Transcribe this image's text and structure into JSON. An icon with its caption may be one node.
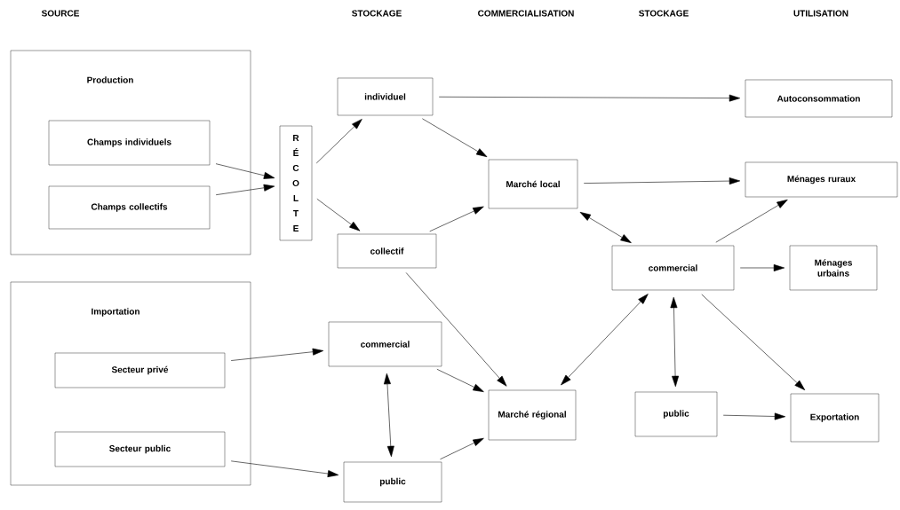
{
  "diagram": {
    "nodes": [
      {
        "text": [
          "Production"
        ]
      },
      {
        "text": [
          "Champs individuels"
        ],
        "in": 0
      },
      {
        "text": [
          "Champs collectifs"
        ],
        "in": 0
      },
      {
        "text": [
          "Importation"
        ]
      },
      {
        "text": [
          "Secteur privé"
        ],
        "in": 3
      },
      {
        "text": [
          "Secteur public"
        ],
        "in": 3
      },
      {
        "text": [
          "RÉCOLTE"
        ]
      },
      {
        "text": [
          "individuel"
        ]
      },
      {
        "text": [
          "collectif"
        ]
      },
      {
        "text": [
          "commercial"
        ]
      },
      {
        "text": [
          "public"
        ]
      },
      {
        "text": [
          "Marché local"
        ]
      },
      {
        "text": [
          "Marché régional"
        ]
      },
      {
        "text": [
          "commercial"
        ]
      },
      {
        "text": [
          "public"
        ]
      },
      {
        "text": [
          "Autoconsommation"
        ]
      },
      {
        "text": [
          "Ménages ruraux"
        ]
      },
      {
        "text": [
          "Ménages urbains"
        ]
      },
      {
        "text": [
          "Exportation"
        ]
      }
    ],
    "edges": [
      {
        "from": 1,
        "to": 6,
        "arrow": "to"
      },
      {
        "from": 2,
        "to": 6,
        "arrow": "to"
      },
      {
        "from": 6,
        "to": 7,
        "arrow": "to"
      },
      {
        "from": 6,
        "to": 8,
        "arrow": "to"
      },
      {
        "from": 7,
        "to": 15,
        "arrow": "to"
      },
      {
        "from": 7,
        "to": 11,
        "arrow": "to"
      },
      {
        "from": 8,
        "to": 11,
        "arrow": "to"
      },
      {
        "from": 8,
        "to": 12,
        "arrow": "to"
      },
      {
        "from": 4,
        "to": 9,
        "arrow": "to"
      },
      {
        "from": 5,
        "to": 10,
        "arrow": "to"
      },
      {
        "from": 9,
        "to": 10,
        "arrow": "both"
      },
      {
        "from": 9,
        "to": 12,
        "arrow": "to"
      },
      {
        "from": 10,
        "to": 12,
        "arrow": "to"
      },
      {
        "from": 11,
        "to": 16,
        "arrow": "to"
      },
      {
        "from": 11,
        "to": 13,
        "arrow": "both"
      },
      {
        "from": 13,
        "to": 16,
        "arrow": "to"
      },
      {
        "from": 13,
        "to": 17,
        "arrow": "to"
      },
      {
        "from": 12,
        "to": 13,
        "arrow": "both"
      },
      {
        "from": 13,
        "to": 14,
        "arrow": "both"
      },
      {
        "from": 13,
        "to": 18,
        "arrow": "to"
      },
      {
        "from": 14,
        "to": 18,
        "arrow": "to"
      }
    ],
    "labels": [
      "SOURCE",
      "STOCKAGE",
      "COMMERCIALISATION",
      "STOCKAGE",
      "UTILISATION"
    ]
  }
}
